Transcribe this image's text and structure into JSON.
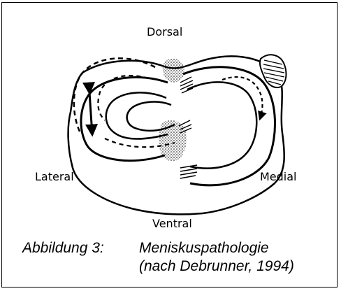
{
  "figure": {
    "labels": {
      "dorsal": "Dorsal",
      "lateral": "Lateral",
      "medial": "Medial",
      "ventral": "Ventral"
    },
    "caption": {
      "label": "Abbildung 3:",
      "line1": "Meniskuspathologie",
      "line2": "(nach Debrunner, 1994)"
    }
  }
}
